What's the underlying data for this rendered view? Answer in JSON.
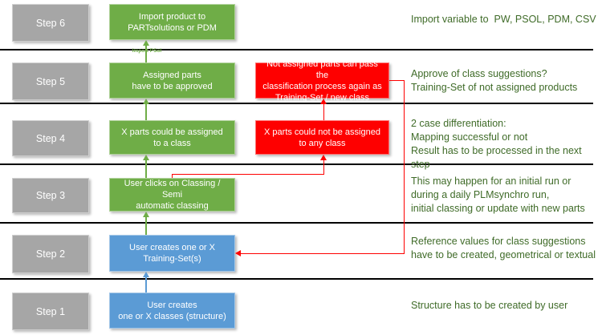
{
  "colors": {
    "green": "#6fad47",
    "blue": "#5b9bd5",
    "red": "#fe0000",
    "gray": "#a6a6a6",
    "note_text": "#3f6b28",
    "line_black": "#000000"
  },
  "steps": [
    {
      "label": "Step 1",
      "main_box": "User creates\none or X classes (structure)",
      "note": "Structure has to be created by user"
    },
    {
      "label": "Step 2",
      "main_box": "User creates one or X\nTraining-Set(s)",
      "note": "Reference values for class suggestions\nhave to be created, geometrical or textual"
    },
    {
      "label": "Step 3",
      "main_box": "User clicks on Classing / Semi\nautomatic classing",
      "note": "This may happen for an initial run or\nduring a daily PLMsynchro run,\ninitial classing or update with new parts"
    },
    {
      "label": "Step 4",
      "main_box": "X parts could be assigned\nto a class",
      "alt_box": "X parts could not be assigned\nto any class",
      "note": "2 case differentiation:\nMapping successful or not\nResult has to be processed in the next step"
    },
    {
      "label": "Step 5",
      "main_box": "Assigned parts\nhave to be approved",
      "alt_box": "Not assigned parts can pass the\nclassification process again as\nTraining-Set / new class",
      "note": "Approve of class suggestions?\nTraining-Set of not assigned products"
    },
    {
      "label": "Step 6",
      "main_box": "Import product to\nPARTsolutions or PDM",
      "note": "Import variable to  PW, PSOL, PDM, CSV"
    }
  ],
  "annotations": {
    "import_psol": "Import PSol"
  }
}
